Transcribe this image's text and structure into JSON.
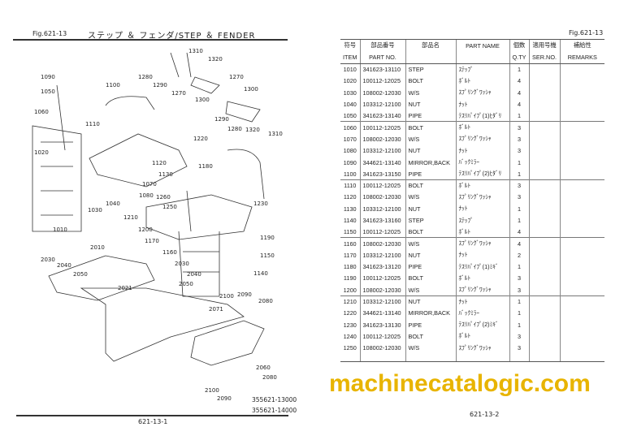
{
  "left_page": {
    "fig": "Fig.621-13",
    "title": "ステップ ＆ フェンダ/STEP ＆ FENDER",
    "callouts": [
      "1310",
      "1320",
      "1280",
      "1290",
      "1270",
      "1300",
      "1270",
      "1300",
      "1090",
      "1100",
      "1050",
      "1060",
      "1110",
      "1290",
      "1280",
      "1320",
      "1310",
      "1220",
      "1020",
      "1120",
      "1130",
      "1180",
      "1070",
      "1080",
      "1260",
      "1040",
      "1250",
      "1230",
      "1030",
      "1210",
      "1010",
      "1200",
      "1190",
      "1170",
      "1150",
      "1160",
      "2010",
      "2030",
      "2040",
      "2050",
      "2030",
      "2040",
      "1140",
      "2021",
      "2050",
      "2100",
      "2090",
      "2080",
      "2071",
      "2060",
      "2080",
      "2100",
      "2090"
    ],
    "serial_codes": [
      "355621-13000",
      "355621-14000"
    ],
    "page_no": "621-13-1"
  },
  "right_page": {
    "fig": "Fig.621-13",
    "headers_jp": [
      "符号",
      "部品番号",
      "部品名",
      "PART NAME",
      "個数",
      "適用号機",
      "補給性"
    ],
    "headers_en": [
      "ITEM",
      "PART NO.",
      "",
      "",
      "Q.TY",
      "SER.NO.",
      "REMARKS"
    ],
    "rows": [
      [
        "1010",
        "341623-13110",
        "STEP",
        "ｽﾃｯﾌﾟ",
        "1"
      ],
      [
        "1020",
        "100112-12025",
        "BOLT",
        "ﾎﾞﾙﾄ",
        "4"
      ],
      [
        "1030",
        "108002-12030",
        "W/S",
        "ｽﾌﾟﾘﾝｸﾞﾜｯｼｬ",
        "4"
      ],
      [
        "1040",
        "103312-12100",
        "NUT",
        "ﾅｯﾄ",
        "4"
      ],
      [
        "1050",
        "341623-13140",
        "PIPE",
        "ﾃｽﾘﾊﾟｲﾌﾟ(1)ﾋﾀﾞﾘ",
        "1"
      ],
      [
        "1060",
        "100112-12025",
        "BOLT",
        "ﾎﾞﾙﾄ",
        "3"
      ],
      [
        "1070",
        "108002-12030",
        "W/S",
        "ｽﾌﾟﾘﾝｸﾞﾜｯｼｬ",
        "3"
      ],
      [
        "1080",
        "103312-12100",
        "NUT",
        "ﾅｯﾄ",
        "3"
      ],
      [
        "1090",
        "344621-13140",
        "MIRROR,BACK",
        "ﾊﾞｯｸﾐﾗｰ",
        "1"
      ],
      [
        "1100",
        "341623-13150",
        "PIPE",
        "ﾃｽﾘﾊﾟｲﾌﾟ(2)ﾋﾀﾞﾘ",
        "1"
      ],
      [
        "1110",
        "100112-12025",
        "BOLT",
        "ﾎﾞﾙﾄ",
        "3"
      ],
      [
        "1120",
        "108002-12030",
        "W/S",
        "ｽﾌﾟﾘﾝｸﾞﾜｯｼｬ",
        "3"
      ],
      [
        "1130",
        "103312-12100",
        "NUT",
        "ﾅｯﾄ",
        "1"
      ],
      [
        "1140",
        "341623-13160",
        "STEP",
        "ｽﾃｯﾌﾟ",
        "1"
      ],
      [
        "1150",
        "100112-12025",
        "BOLT",
        "ﾎﾞﾙﾄ",
        "4"
      ],
      [
        "1160",
        "108002-12030",
        "W/S",
        "ｽﾌﾟﾘﾝｸﾞﾜｯｼｬ",
        "4"
      ],
      [
        "1170",
        "103312-12100",
        "NUT",
        "ﾅｯﾄ",
        "2"
      ],
      [
        "1180",
        "341623-13120",
        "PIPE",
        "ﾃｽﾘﾊﾟｲﾌﾟ(1)ﾐｷﾞ",
        "1"
      ],
      [
        "1190",
        "100112-12025",
        "BOLT",
        "ﾎﾞﾙﾄ",
        "3"
      ],
      [
        "1200",
        "108002-12030",
        "W/S",
        "ｽﾌﾟﾘﾝｸﾞﾜｯｼｬ",
        "3"
      ],
      [
        "1210",
        "103312-12100",
        "NUT",
        "ﾅｯﾄ",
        "1"
      ],
      [
        "1220",
        "344621-13140",
        "MIRROR,BACK",
        "ﾊﾞｯｸﾐﾗｰ",
        "1"
      ],
      [
        "1230",
        "341623-13130",
        "PIPE",
        "ﾃｽﾘﾊﾟｲﾌﾟ(2)ﾐｷﾞ",
        "1"
      ],
      [
        "1240",
        "100112-12025",
        "BOLT",
        "ﾎﾞﾙﾄ",
        "3"
      ],
      [
        "1250",
        "108002-12030",
        "W/S",
        "ｽﾌﾟﾘﾝｸﾞﾜｯｼｬ",
        "3"
      ]
    ],
    "page_no": "621-13-2"
  },
  "watermark": "machinecatalogic.com",
  "colors": {
    "watermark": "#e8b400"
  }
}
